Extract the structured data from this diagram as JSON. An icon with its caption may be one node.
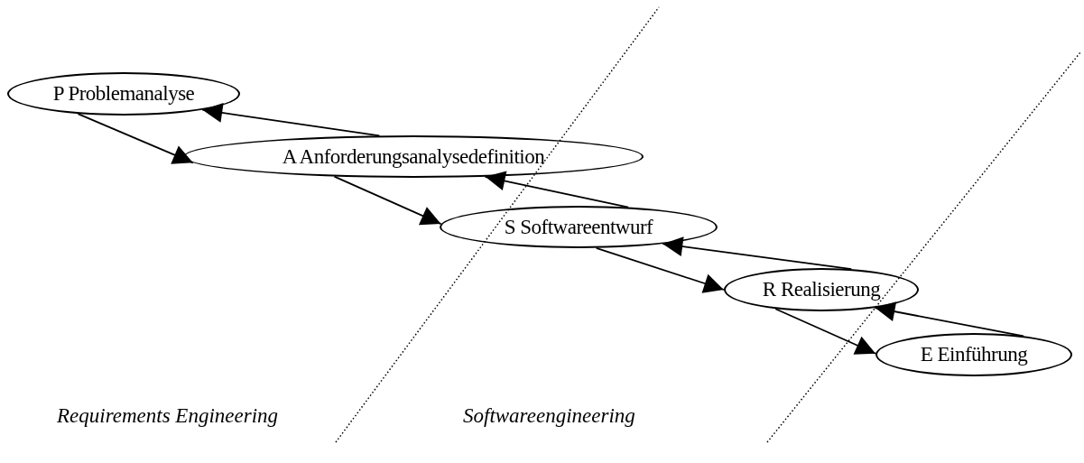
{
  "diagram": {
    "nodes": [
      {
        "text": [
          "P Problemanalyse"
        ]
      },
      {
        "text": [
          "A Anforderungsanalysedefinition"
        ]
      },
      {
        "text": [
          "S Softwareentwurf"
        ]
      },
      {
        "text": [
          "R Realisierung"
        ]
      },
      {
        "text": [
          "E Einführung"
        ]
      }
    ],
    "edges": [
      {
        "from": 0,
        "to": 1,
        "arrow": "to"
      },
      {
        "from": 1,
        "to": 0,
        "arrow": "to"
      },
      {
        "from": 1,
        "to": 2,
        "arrow": "to"
      },
      {
        "from": 2,
        "to": 1,
        "arrow": "to"
      },
      {
        "from": 2,
        "to": 3,
        "arrow": "to"
      },
      {
        "from": 3,
        "to": 2,
        "arrow": "to"
      },
      {
        "from": 3,
        "to": 4,
        "arrow": "to"
      },
      {
        "from": 4,
        "to": 3,
        "arrow": "to"
      }
    ],
    "labels": [
      "Requirements Engineering",
      "Softwareengineering"
    ]
  }
}
